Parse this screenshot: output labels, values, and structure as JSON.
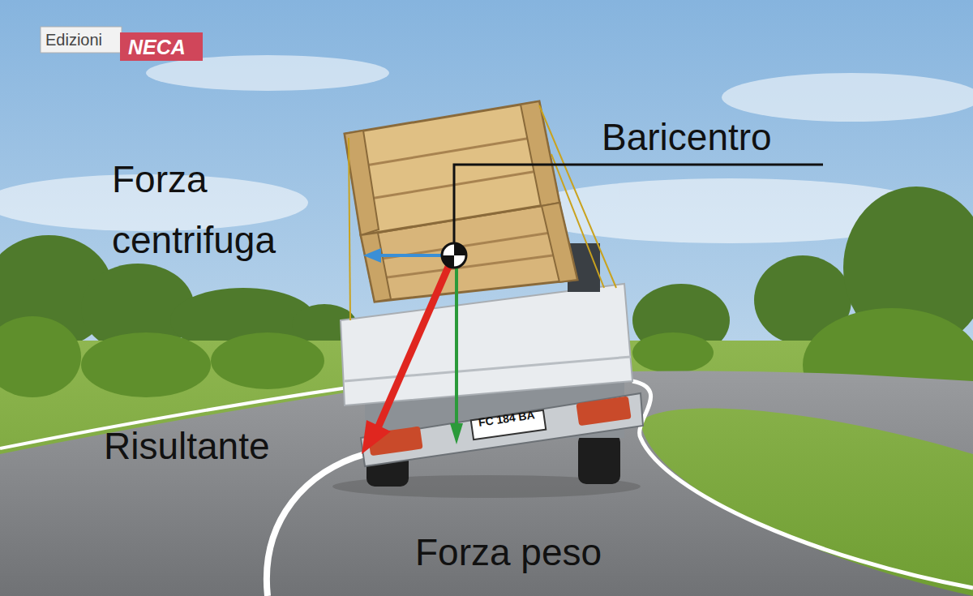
{
  "diagram": {
    "labels": [
      "Edizioni",
      "NECA",
      "Forza centrifuga",
      "Baricentro",
      "Risultante",
      "Forza peso",
      "FC 184 BA"
    ]
  }
}
